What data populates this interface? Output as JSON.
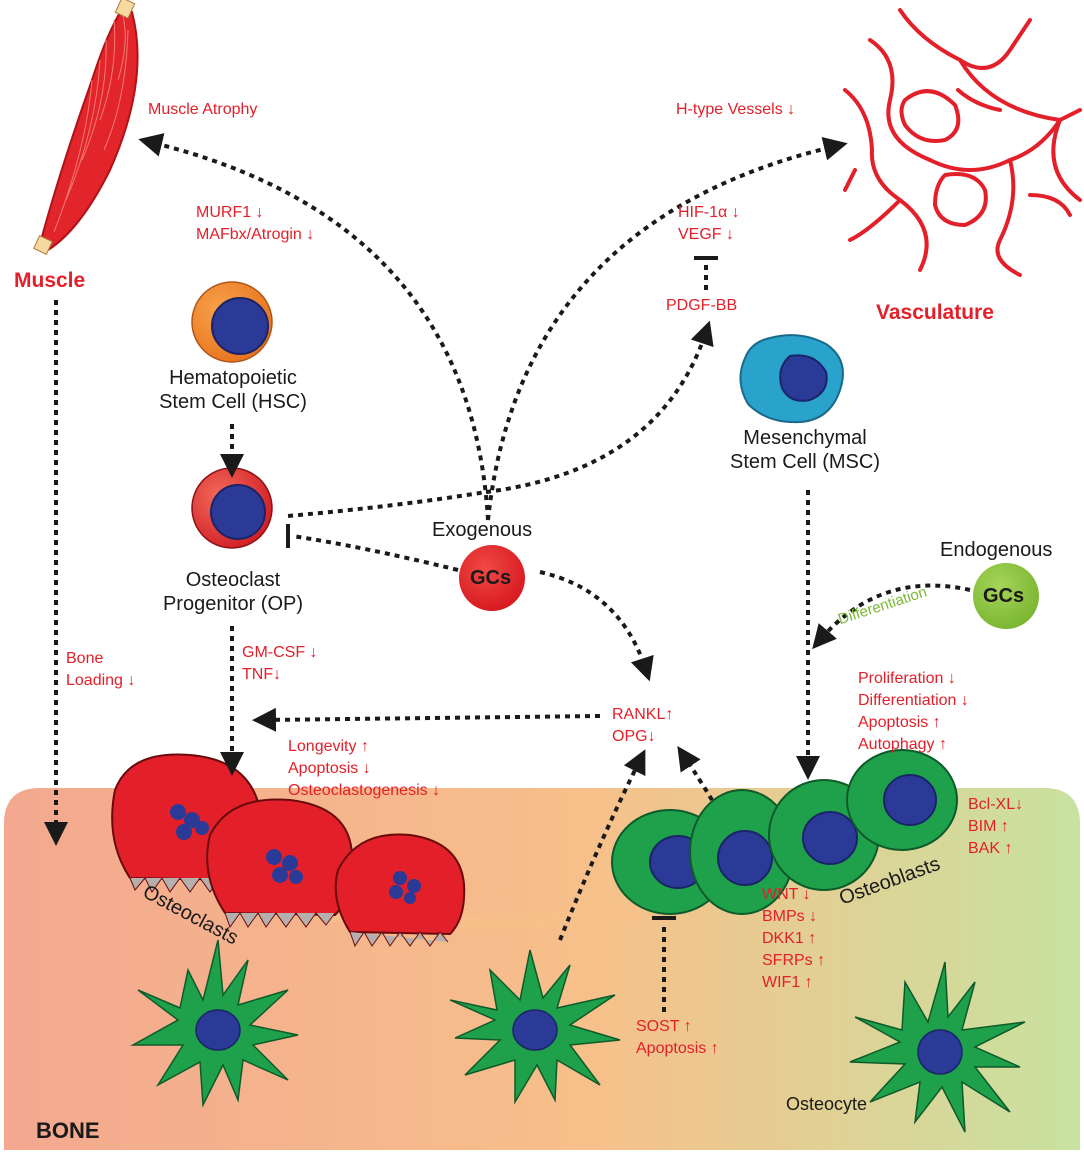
{
  "organs": {
    "muscle": "Muscle",
    "vasculature": "Vasculature",
    "bone": "BONE"
  },
  "cells": {
    "hsc": [
      "Hematopoietic",
      "Stem Cell (HSC)"
    ],
    "op": [
      "Osteoclast",
      "Progenitor (OP)"
    ],
    "msc": [
      "Mesenchymal",
      "Stem Cell (MSC)"
    ],
    "osteoclasts": "Osteoclasts",
    "osteoblasts": "Osteoblasts",
    "osteocyte": "Osteocyte"
  },
  "gcs": {
    "exogenous_label": "Exogenous",
    "endogenous_label": "Endogenous",
    "badge": "GCs",
    "differentiation": "Differentiation"
  },
  "effects": {
    "muscle_atrophy": "Muscle Atrophy",
    "murf1": "MURF1 ↓",
    "mafbx": "MAFbx/Atrogin ↓",
    "h_type": "H-type Vessels ↓",
    "hif": "HIF-1α ↓",
    "vegf": "VEGF ↓",
    "pdgf": "PDGF-BB",
    "bone_loading": [
      "Bone",
      "Loading ↓"
    ],
    "gm_csf": "GM-CSF ↓",
    "tnf": "TNF↓",
    "rankl": "RANKL↑",
    "opg": "OPG↓",
    "osteoclast_fx": [
      "Longevity ↑",
      "Apoptosis ↓",
      "Osteoclastogenesis ↓"
    ],
    "msc_fx": [
      "Proliferation ↓",
      "Differentiation ↓",
      "Apoptosis ↑",
      "Autophagy ↑"
    ],
    "osteoblast_apoptosis": [
      "Bcl-XL↓",
      "BIM ↑",
      "BAK ↑"
    ],
    "wnt_fx": [
      "WNT ↓",
      "BMPs ↓",
      "DKK1 ↑",
      "SFRPs ↑",
      "WIF1 ↑"
    ],
    "sost_fx": [
      "SOST ↑",
      "Apoptosis ↑"
    ]
  },
  "colors": {
    "red": "#e3202a",
    "green": "#1fa04a",
    "nucleus": "#2c3a97",
    "orange": "#f08a2a",
    "teal": "#2a8fb6",
    "endogenous_green": "#8cc63f"
  }
}
